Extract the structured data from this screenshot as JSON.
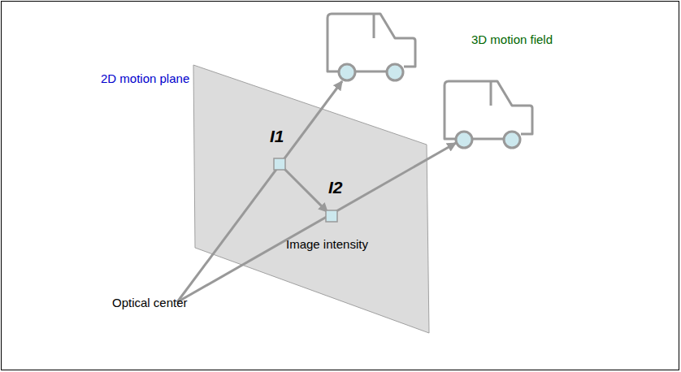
{
  "diagram": {
    "labels": [
      "3D motion field",
      "2D motion plane",
      "I1",
      "I2",
      "Image intensity",
      "Optical center"
    ]
  }
}
